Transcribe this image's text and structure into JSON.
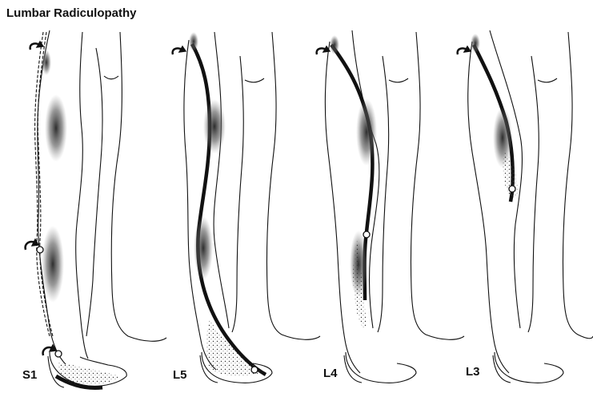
{
  "title": "Lumbar Radiculopathy",
  "panels": [
    {
      "label": "S1"
    },
    {
      "label": "L5"
    },
    {
      "label": "L4"
    },
    {
      "label": "L3"
    }
  ],
  "colors": {
    "ink": "#111111",
    "shade": "#555555",
    "paper": "#ffffff"
  }
}
